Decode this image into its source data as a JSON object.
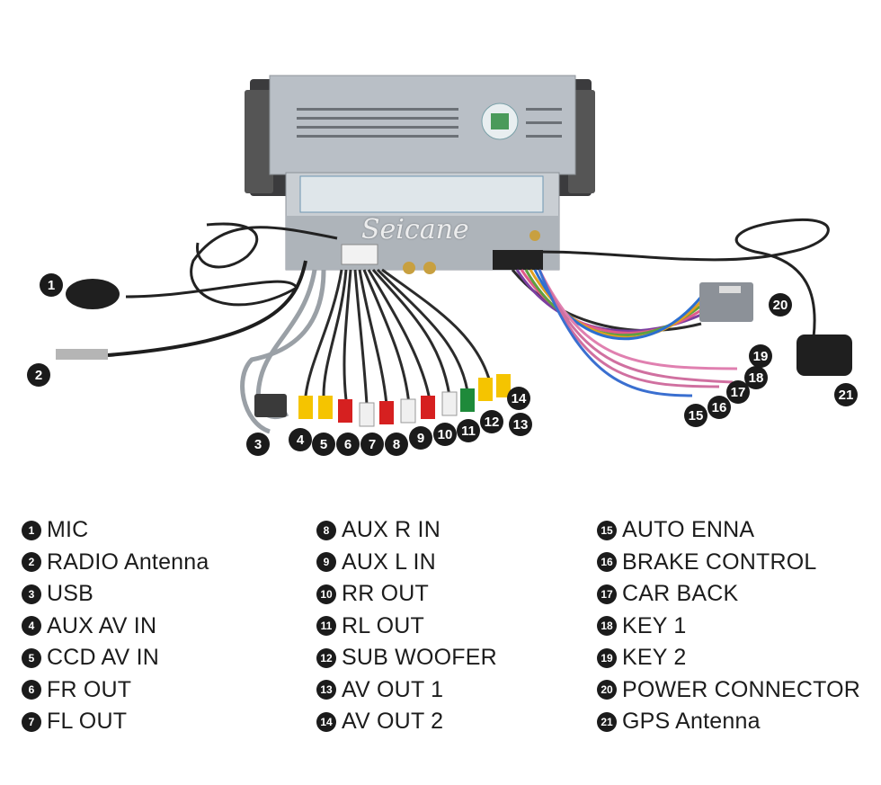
{
  "watermark": "Seicane",
  "callouts": [
    "1",
    "2",
    "3",
    "4",
    "5",
    "6",
    "7",
    "8",
    "9",
    "10",
    "11",
    "12",
    "13",
    "14",
    "15",
    "16",
    "17",
    "18",
    "19",
    "20",
    "21"
  ],
  "legend": {
    "col1": [
      {
        "num": "1",
        "label": "MIC"
      },
      {
        "num": "2",
        "label": "RADIO Antenna"
      },
      {
        "num": "3",
        "label": "USB"
      },
      {
        "num": "4",
        "label": "AUX AV IN"
      },
      {
        "num": "5",
        "label": "CCD AV IN"
      },
      {
        "num": "6",
        "label": "FR OUT"
      },
      {
        "num": "7",
        "label": "FL OUT"
      }
    ],
    "col2": [
      {
        "num": "8",
        "label": "AUX R IN"
      },
      {
        "num": "9",
        "label": "AUX L IN"
      },
      {
        "num": "10",
        "label": "RR OUT"
      },
      {
        "num": "11",
        "label": "RL OUT"
      },
      {
        "num": "12",
        "label": "SUB WOOFER"
      },
      {
        "num": "13",
        "label": "AV OUT 1"
      },
      {
        "num": "14",
        "label": "AV OUT 2"
      }
    ],
    "col3": [
      {
        "num": "15",
        "label": "AUTO ENNA"
      },
      {
        "num": "16",
        "label": "BRAKE CONTROL"
      },
      {
        "num": "17",
        "label": "CAR BACK"
      },
      {
        "num": "18",
        "label": "KEY 1"
      },
      {
        "num": "19",
        "label": "KEY 2"
      },
      {
        "num": "20",
        "label": "POWER CONNECTOR"
      },
      {
        "num": "21",
        "label": "GPS Antenna"
      }
    ]
  }
}
